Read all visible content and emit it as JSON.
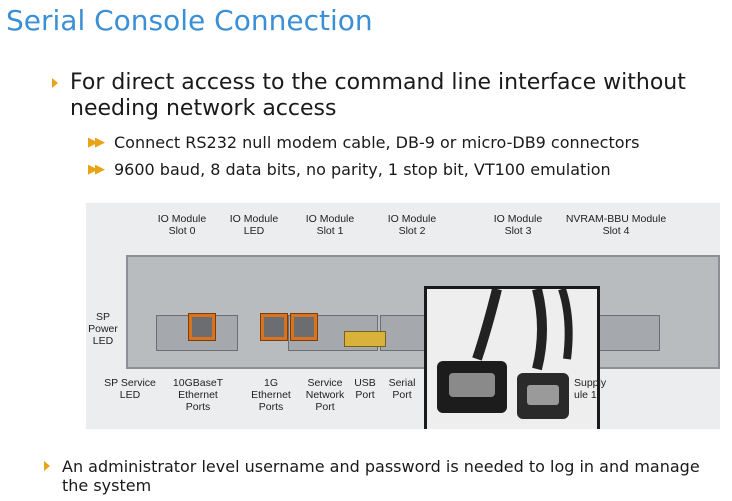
{
  "title": "Serial Console Connection",
  "bullet1": "For direct access to the command line interface without needing network access",
  "sub_bullets": [
    "Connect RS232 null modem cable, DB-9 or micro-DB9 connectors",
    "9600 baud, 8 data bits, no parity, 1 stop bit, VT100 emulation"
  ],
  "bullet2": "An administrator level username and password is needed to log in and manage the system",
  "diagram": {
    "io0": "IO Module\nSlot 0",
    "ioled": "IO Module\nLED",
    "io1": "IO Module\nSlot 1",
    "io2": "IO Module\nSlot 2",
    "io3": "IO Module\nSlot 3",
    "nvram": "NVRAM-BBU Module\nSlot 4",
    "sppower": "SP\nPower\nLED",
    "spservice": "SP Service\nLED",
    "tengbase": "10GBaseT\nEthernet\nPorts",
    "oneg": "1G\nEthernet\nPorts",
    "servicenet": "Service\nNetwork\nPort",
    "usb": "USB\nPort",
    "serial": "Serial\nPort",
    "supply": "Supply\nule 1"
  }
}
